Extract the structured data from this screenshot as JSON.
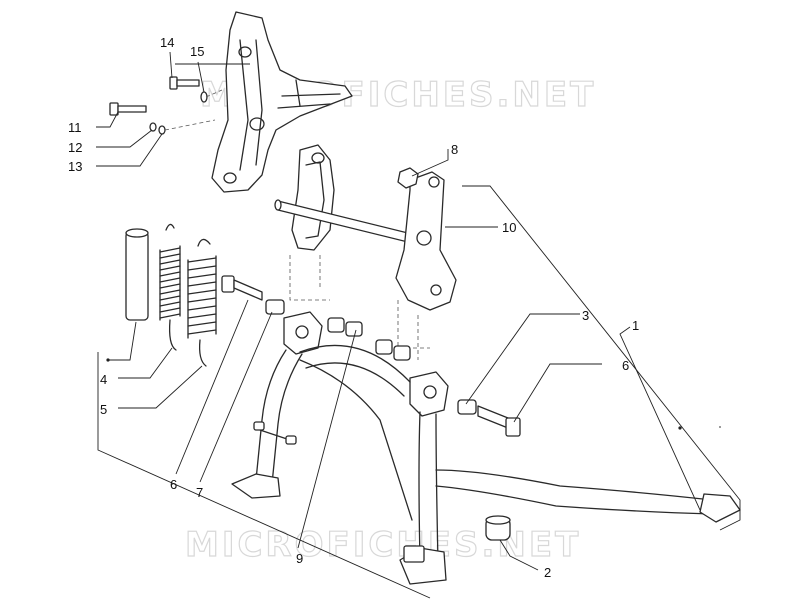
{
  "watermark": {
    "top": "MICROFICHES.NET",
    "bottom": "MICROFICHES.NET"
  },
  "callouts": {
    "n1": "1",
    "n2": "2",
    "n3": "3",
    "n4": "4",
    "n5": "5",
    "n6a": "6",
    "n6b": "6",
    "n7": "7",
    "n8": "8",
    "n9": "9",
    "n10": "10",
    "n11": "11",
    "n12": "12",
    "n13": "13",
    "n14": "14",
    "n15": "15"
  }
}
